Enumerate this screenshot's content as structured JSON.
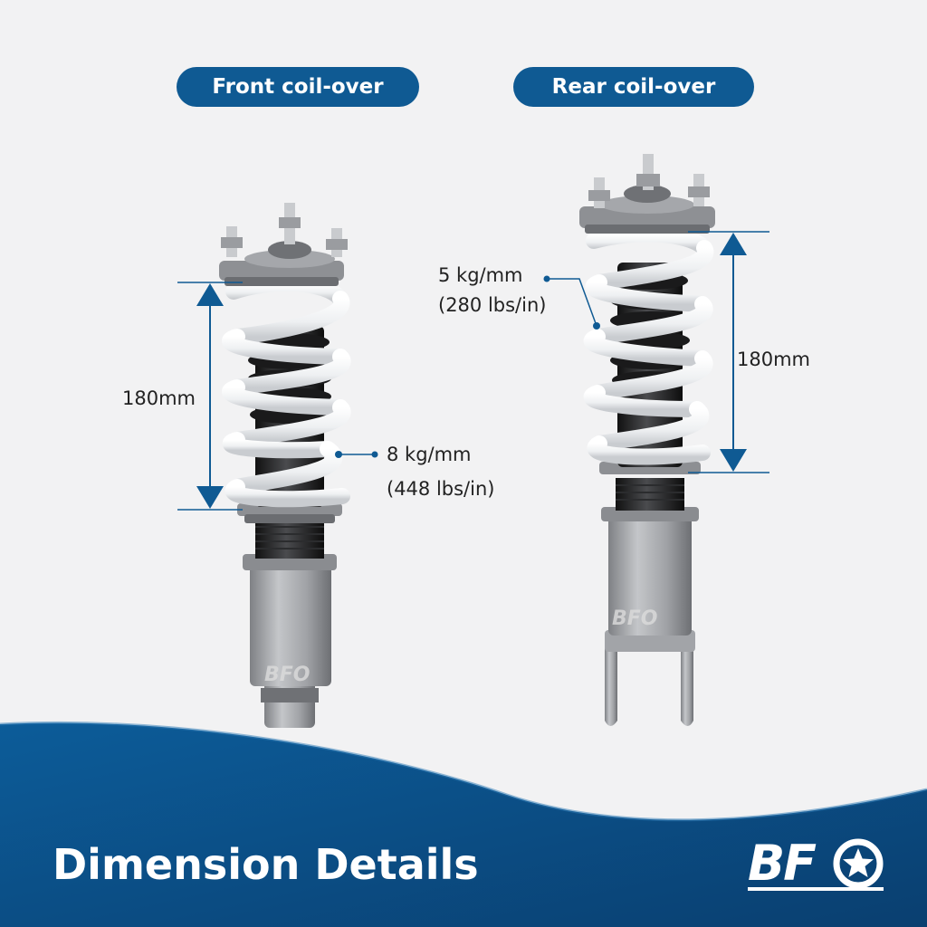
{
  "header": {
    "front_label": "Front coil-over",
    "rear_label": "Rear coil-over"
  },
  "front": {
    "height_label": "180mm",
    "spring_rate_kg": "8 kg/mm",
    "spring_rate_lbs": "(448 lbs/in)"
  },
  "rear": {
    "height_label": "180mm",
    "spring_rate_kg": "5 kg/mm",
    "spring_rate_lbs": "(280 lbs/in)"
  },
  "footer": {
    "title": "Dimension Details",
    "logo_text": "BFO"
  },
  "colors": {
    "brand_blue": "#0f5a93",
    "background": "#f2f2f3",
    "spring_white": "#f4f5f6",
    "body_gray": "#9a9ca0"
  },
  "icons": {
    "logo": "bfo-star-logo",
    "dimension_arrow": "double-arrow-icon"
  }
}
